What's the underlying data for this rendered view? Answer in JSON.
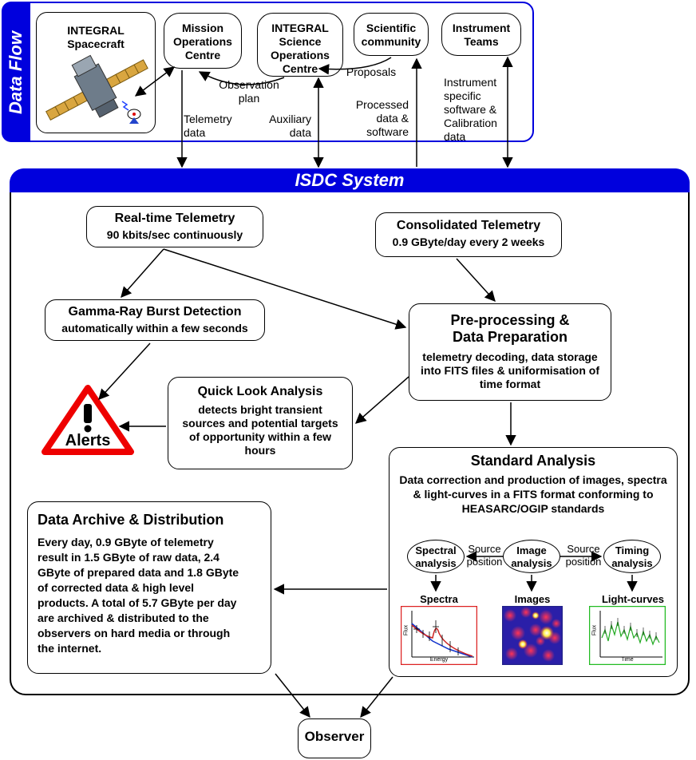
{
  "data_flow": {
    "title": "Data Flow",
    "spacecraft": "INTEGRAL Spacecraft",
    "moc": "Mission Operations Centre",
    "isoc": "INTEGRAL Science Operations Centre",
    "sci": "Scientific community",
    "teams": "Instrument Teams",
    "obs_plan": "Observation plan",
    "proposals": "Proposals",
    "telemetry": "Telemetry data",
    "auxiliary": "Auxiliary data",
    "processed": "Processed data & software",
    "instr_sw": "Instrument specific software & Calibration data"
  },
  "isdc": {
    "title": "ISDC System",
    "rt": {
      "title": "Real-time Telemetry",
      "sub": "90 kbits/sec continuously"
    },
    "ct": {
      "title": "Consolidated Telemetry",
      "sub": "0.9 GByte/day every 2 weeks"
    },
    "grb": {
      "title": "Gamma-Ray Burst Detection",
      "sub": "automatically within a few seconds"
    },
    "pp": {
      "title": "Pre-processing & Data Preparation",
      "sub": "telemetry decoding, data storage into FITS files & uniformisation of time format"
    },
    "ql": {
      "title": "Quick Look Analysis",
      "sub": "detects bright transient sources and potential targets of opportunity within a few hours"
    },
    "alerts": "Alerts",
    "sa": {
      "title": "Standard Analysis",
      "sub": "Data correction and production of images, spectra & light-curves in a FITS format conforming to HEASARC/OGIP standards"
    },
    "spectral": "Spectral analysis",
    "image": "Image analysis",
    "timing": "Timing analysis",
    "source_pos": "Source position",
    "spectra": "Spectra",
    "images": "Images",
    "lightcurves": "Light-curves",
    "flux": "Flux",
    "energy": "Energy",
    "time": "Time",
    "da": {
      "title": "Data Archive & Distribution",
      "body": "Every day, 0.9 GByte of telemetry result in 1.5 GByte of raw data, 2.4 GByte of prepared data and 1.8 GByte of corrected data & high level products. A total of 5.7 GByte per day are archived & distributed to the observers on hard media or through the internet."
    }
  },
  "observer": "Observer",
  "colors": {
    "blue": "#0000dd",
    "alert_red": "#ee0000",
    "spectra_frame": "#dd2222",
    "images_frame": "#222288",
    "light_frame": "#22bb22"
  }
}
